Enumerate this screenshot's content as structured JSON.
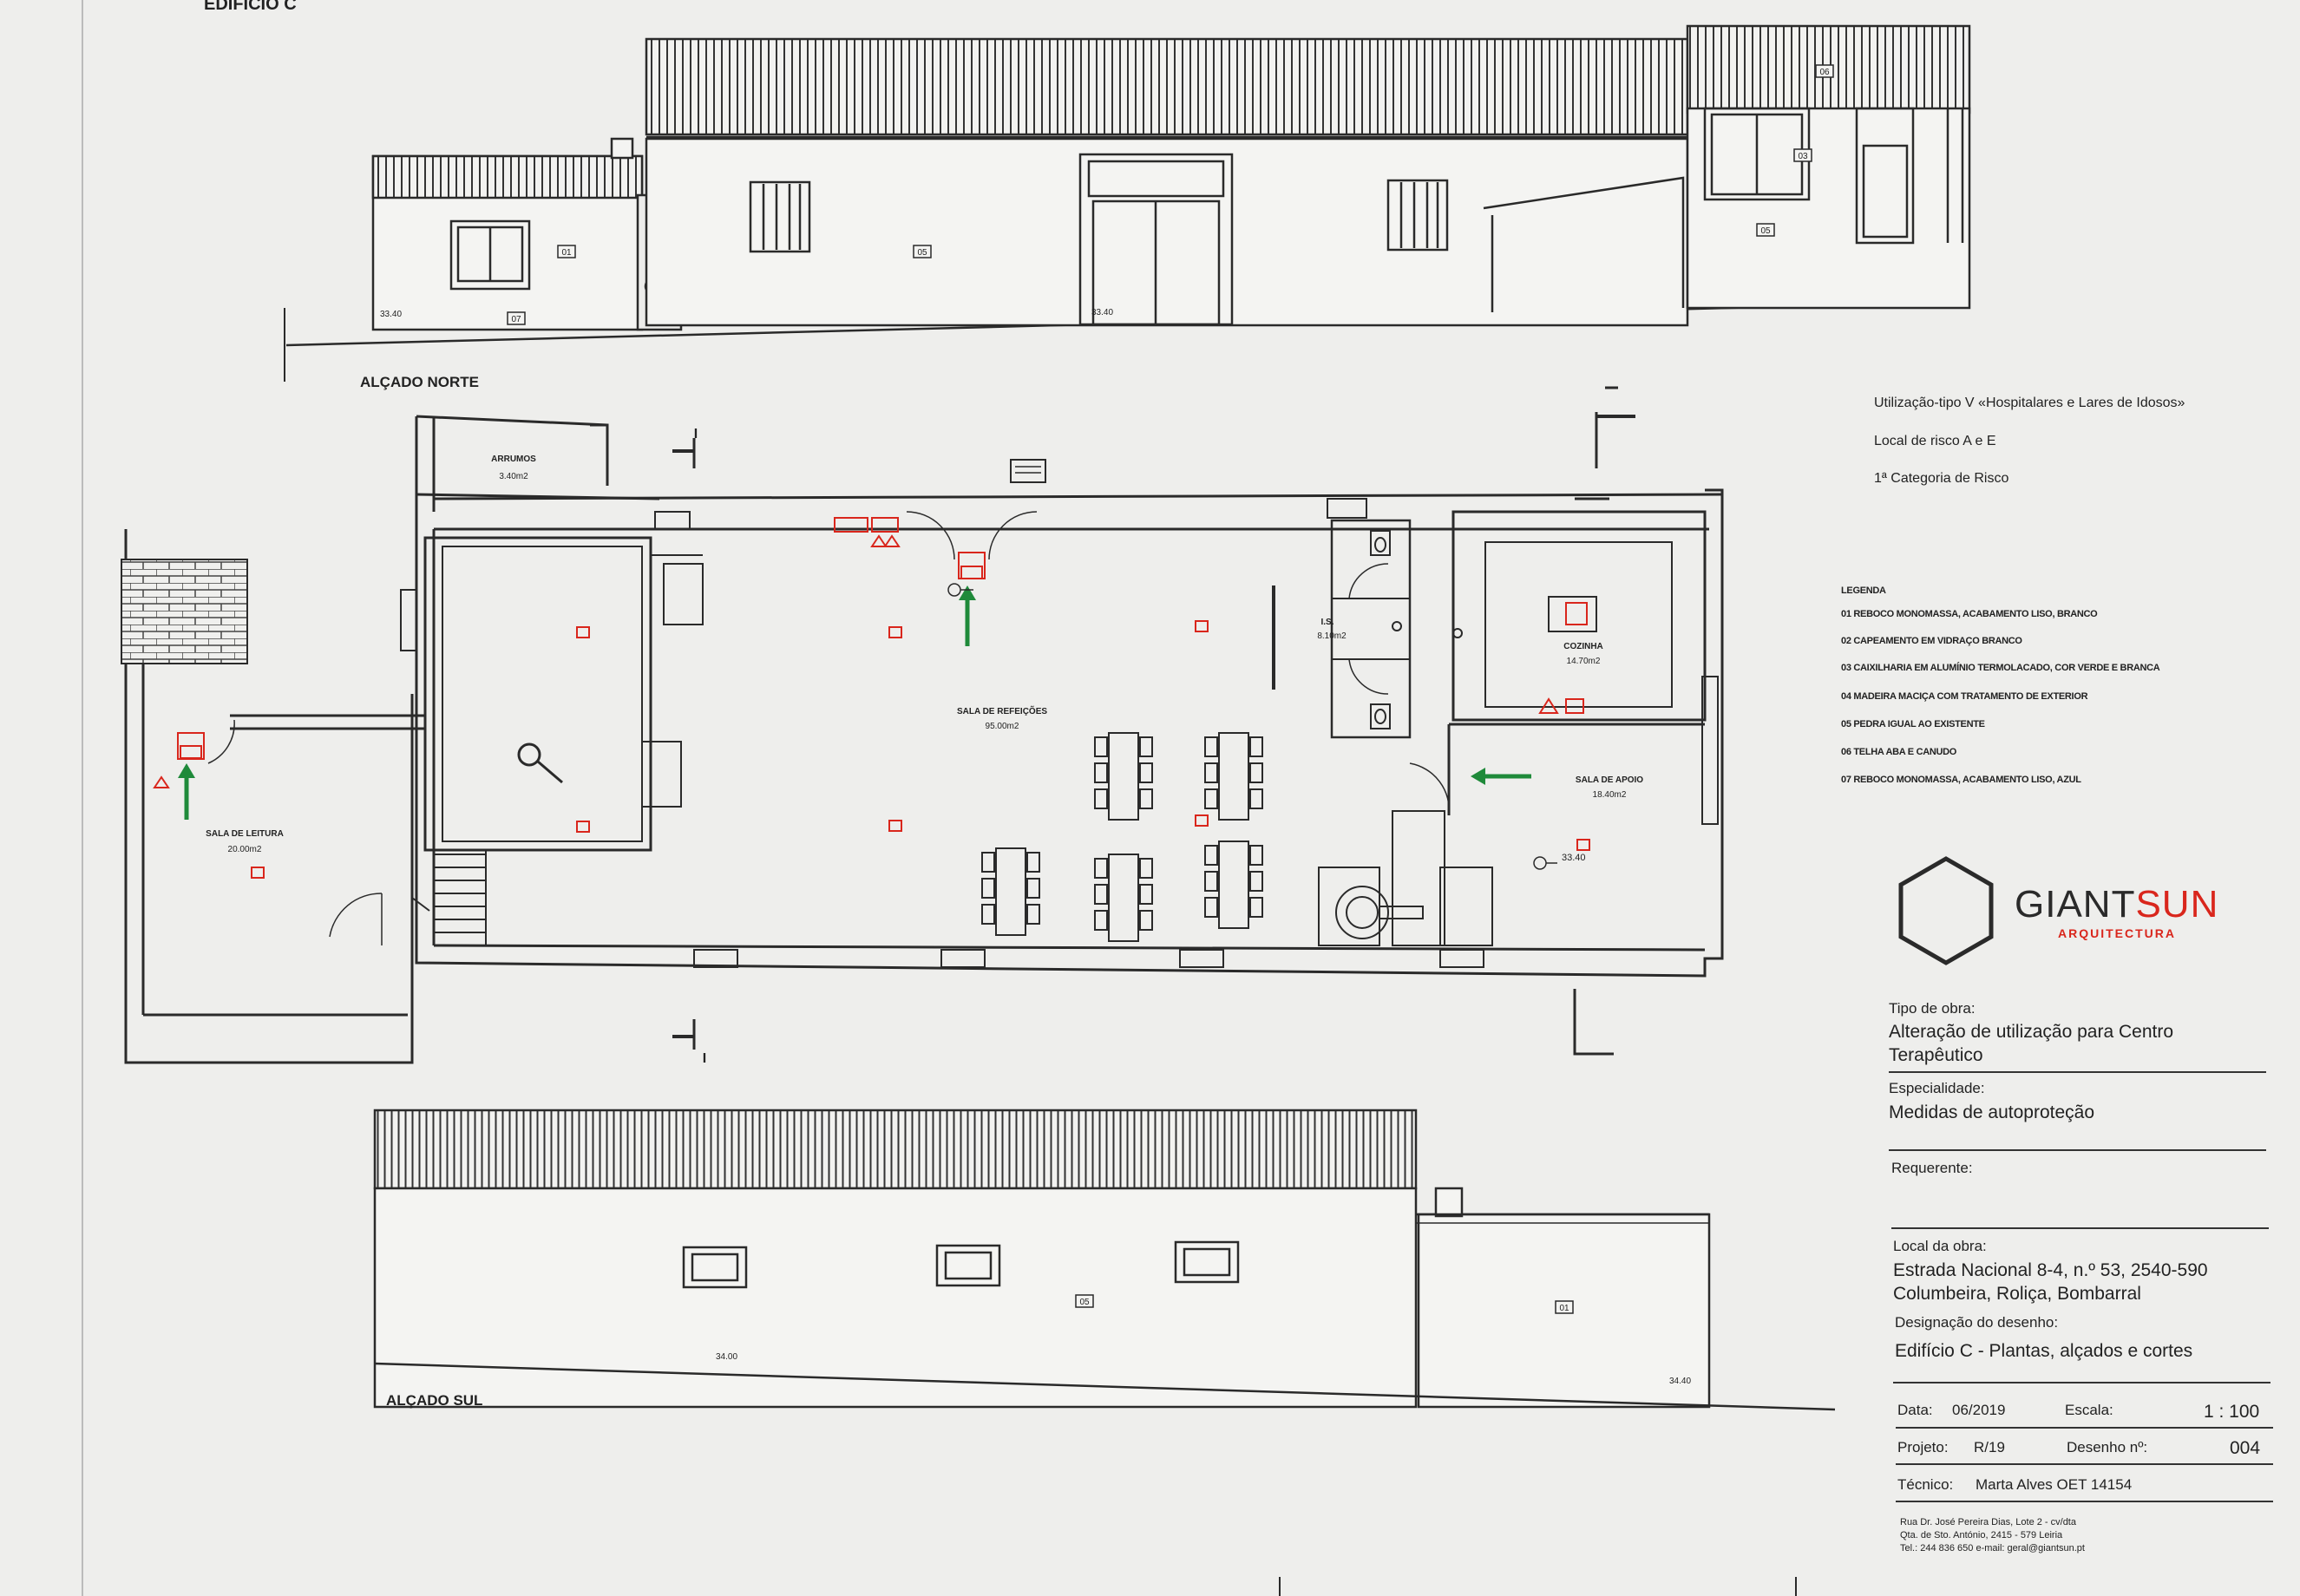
{
  "header": {
    "building": "EDIFÍCIO C"
  },
  "views": {
    "north_title": "ALÇADO NORTE",
    "south_title": "ALÇADO SUL",
    "north_level_left": "33.40",
    "north_level_mid": "33.40",
    "south_level_left": "34.00",
    "south_level_right": "34.40",
    "north_tags": [
      "01",
      "07",
      "05",
      "06",
      "03",
      "05"
    ],
    "south_tags": [
      "05",
      "01"
    ]
  },
  "plan": {
    "rooms": {
      "arrumos": {
        "name": "ARRUMOS",
        "area": "3.40m2"
      },
      "sala_refeicoes": {
        "name": "SALA DE REFEIÇÕES",
        "area": "95.00m2"
      },
      "is": {
        "name": "I.S.",
        "area": "8.10m2"
      },
      "cozinha": {
        "name": "COZINHA",
        "area": "14.70m2"
      },
      "sala_apoio": {
        "name": "SALA DE APOIO",
        "area": "18.40m2"
      },
      "sala_leitura": {
        "name": "SALA DE LEITURA",
        "area": "20.00m2"
      }
    },
    "section_marks": [
      "I",
      "I"
    ],
    "level_mark": "33.40"
  },
  "classification": {
    "line1": "Utilização-tipo V «Hospitalares e Lares de Idosos»",
    "line2": "Local de risco A e E",
    "line3": "1ª Categoria de Risco"
  },
  "legend": {
    "title": "LEGENDA",
    "items": [
      "01  REBOCO MONOMASSA, ACABAMENTO LISO, BRANCO",
      "02  CAPEAMENTO EM VIDRAÇO BRANCO",
      "03  CAIXILHARIA EM ALUMÍNIO TERMOLACADO,  COR VERDE E BRANCA",
      "04  MADEIRA MACIÇA COM TRATAMENTO DE EXTERIOR",
      "05  PEDRA IGUAL AO EXISTENTE",
      "06  TELHA ABA E CANUDO",
      "07  REBOCO MONOMASSA, ACABAMENTO LISO, AZUL"
    ]
  },
  "logo": {
    "name_part1": "GIANT",
    "name_part2": "SUN",
    "subtitle": "ARQUITECTURA"
  },
  "title_block": {
    "tipo_obra_label": "Tipo de obra:",
    "tipo_obra_line1": "Alteração de utilização para Centro",
    "tipo_obra_line2": "Terapêutico",
    "especialidade_label": "Especialidade:",
    "especialidade": "Medidas de autoproteção",
    "requerente_label": "Requerente:",
    "local_label": "Local da obra:",
    "local_line1": "Estrada Nacional 8-4, n.º 53, 2540-590",
    "local_line2": "Columbeira, Roliça, Bombarral",
    "designacao_label": "Designação do desenho:",
    "designacao": "Edifício C - Plantas, alçados e cortes",
    "data_label": "Data:",
    "data": "06/2019",
    "escala_label": "Escala:",
    "escala": "1 : 100",
    "projeto_label": "Projeto:",
    "projeto": "R/19",
    "desenho_label": "Desenho nº:",
    "desenho": "004",
    "tecnico_label": "Técnico:",
    "tecnico": "Marta Alves OET 14154",
    "address_line1": "Rua Dr. José Pereira Dias, Lote 2 - cv/dta",
    "address_line2": "Qta. de Sto. António, 2415 - 579 Leiria",
    "address_line3": "Tel.: 244 836 650    e-mail: geral@giantsun.pt"
  },
  "colors": {
    "paper": "#eeeeec",
    "ink": "#2a2a2a",
    "safety_red": "#d9261c",
    "exit_green": "#1f8a3a"
  }
}
